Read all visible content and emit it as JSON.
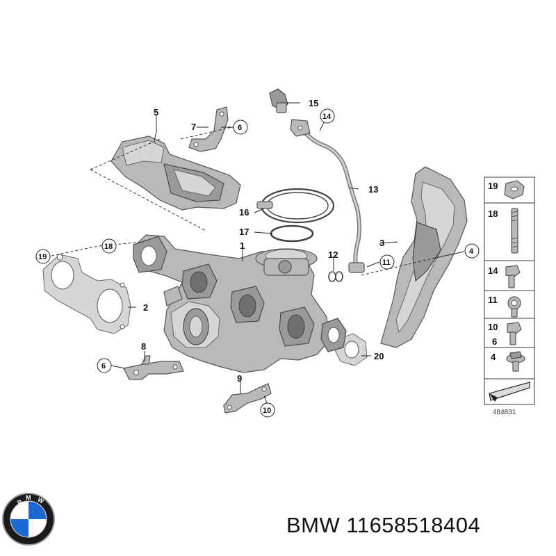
{
  "callouts": {
    "c1": "1",
    "c2": "2",
    "c3": "3",
    "c4": "4",
    "c5": "5",
    "c6a": "6",
    "c6b": "6",
    "c7": "7",
    "c8": "8",
    "c9": "9",
    "c10": "10",
    "c11": "11",
    "c12": "12",
    "c13": "13",
    "c14": "14",
    "c15": "15",
    "c16": "16",
    "c17": "17",
    "c18": "18",
    "c19": "19",
    "c20": "20"
  },
  "legend": {
    "items": [
      "19",
      "18",
      "14",
      "11",
      "10",
      "6",
      "4"
    ],
    "reference": "484831"
  },
  "caption": {
    "brand": "BMW",
    "part_number": "11658518404"
  },
  "colors": {
    "part_gray": "#b9b9b9",
    "outline": "#555555",
    "bmw_blue": "#1c69d4"
  }
}
